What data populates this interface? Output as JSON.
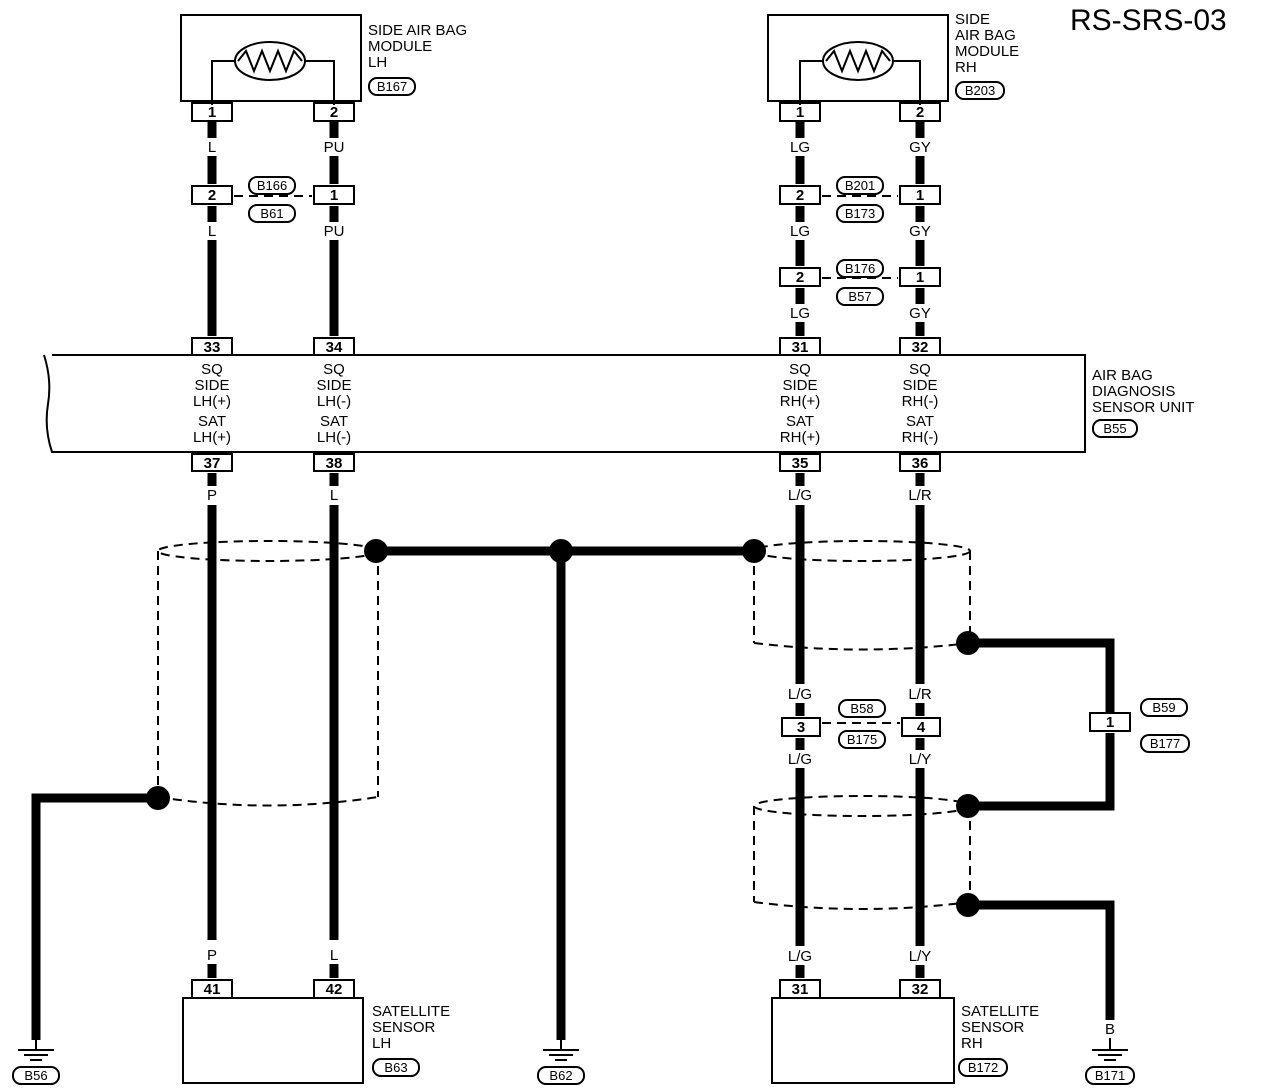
{
  "title": "RS-SRS-03",
  "side_airbag_lh": {
    "line1": "SIDE AIR BAG",
    "line2": "MODULE",
    "line3": "LH",
    "connector": "B167",
    "pin1": "1",
    "pin2": "2"
  },
  "side_airbag_rh": {
    "line1": "SIDE",
    "line2": "AIR BAG",
    "line3": "MODULE",
    "line4": "RH",
    "connector": "B203",
    "pin1": "1",
    "pin2": "2"
  },
  "wire_colors": {
    "L": "L",
    "PU": "PU",
    "LG": "LG",
    "GY": "GY",
    "P": "P",
    "LslG": "L/G",
    "LslR": "L/R",
    "LslY": "L/Y",
    "B": "B"
  },
  "inline_lh": {
    "top": "B166",
    "bottom": "B61",
    "pin_left": "2",
    "pin_right": "1"
  },
  "inline_rh1": {
    "top": "B201",
    "bottom": "B173",
    "pin_left": "2",
    "pin_right": "1"
  },
  "inline_rh2": {
    "top": "B176",
    "bottom": "B57",
    "pin_left": "2",
    "pin_right": "1"
  },
  "inline_rh3": {
    "top": "B58",
    "bottom": "B175",
    "pin_left": "3",
    "pin_right": "4"
  },
  "inline_shield": {
    "top": "B59",
    "bottom": "B177",
    "pin": "1"
  },
  "diag_unit": {
    "line1": "AIR BAG",
    "line2": "DIAGNOSIS",
    "line3": "SENSOR UNIT",
    "connector": "B55",
    "pins_top": [
      "33",
      "34",
      "31",
      "32"
    ],
    "pins_bottom": [
      "37",
      "38",
      "35",
      "36"
    ],
    "sq": "SQ",
    "side": "SIDE",
    "sat": "SAT",
    "lh_plus": "LH(+)",
    "lh_minus": "LH(-)",
    "rh_plus": "RH(+)",
    "rh_minus": "RH(-)"
  },
  "sat_lh": {
    "line1": "SATELLITE",
    "line2": "SENSOR",
    "line3": "LH",
    "connector": "B63",
    "pin1": "41",
    "pin2": "42"
  },
  "sat_rh": {
    "line1": "SATELLITE",
    "line2": "SENSOR",
    "line3": "RH",
    "connector": "B172",
    "pin1": "31",
    "pin2": "32"
  },
  "grounds": {
    "g1": "B56",
    "g2": "B62",
    "g3": "B171"
  }
}
